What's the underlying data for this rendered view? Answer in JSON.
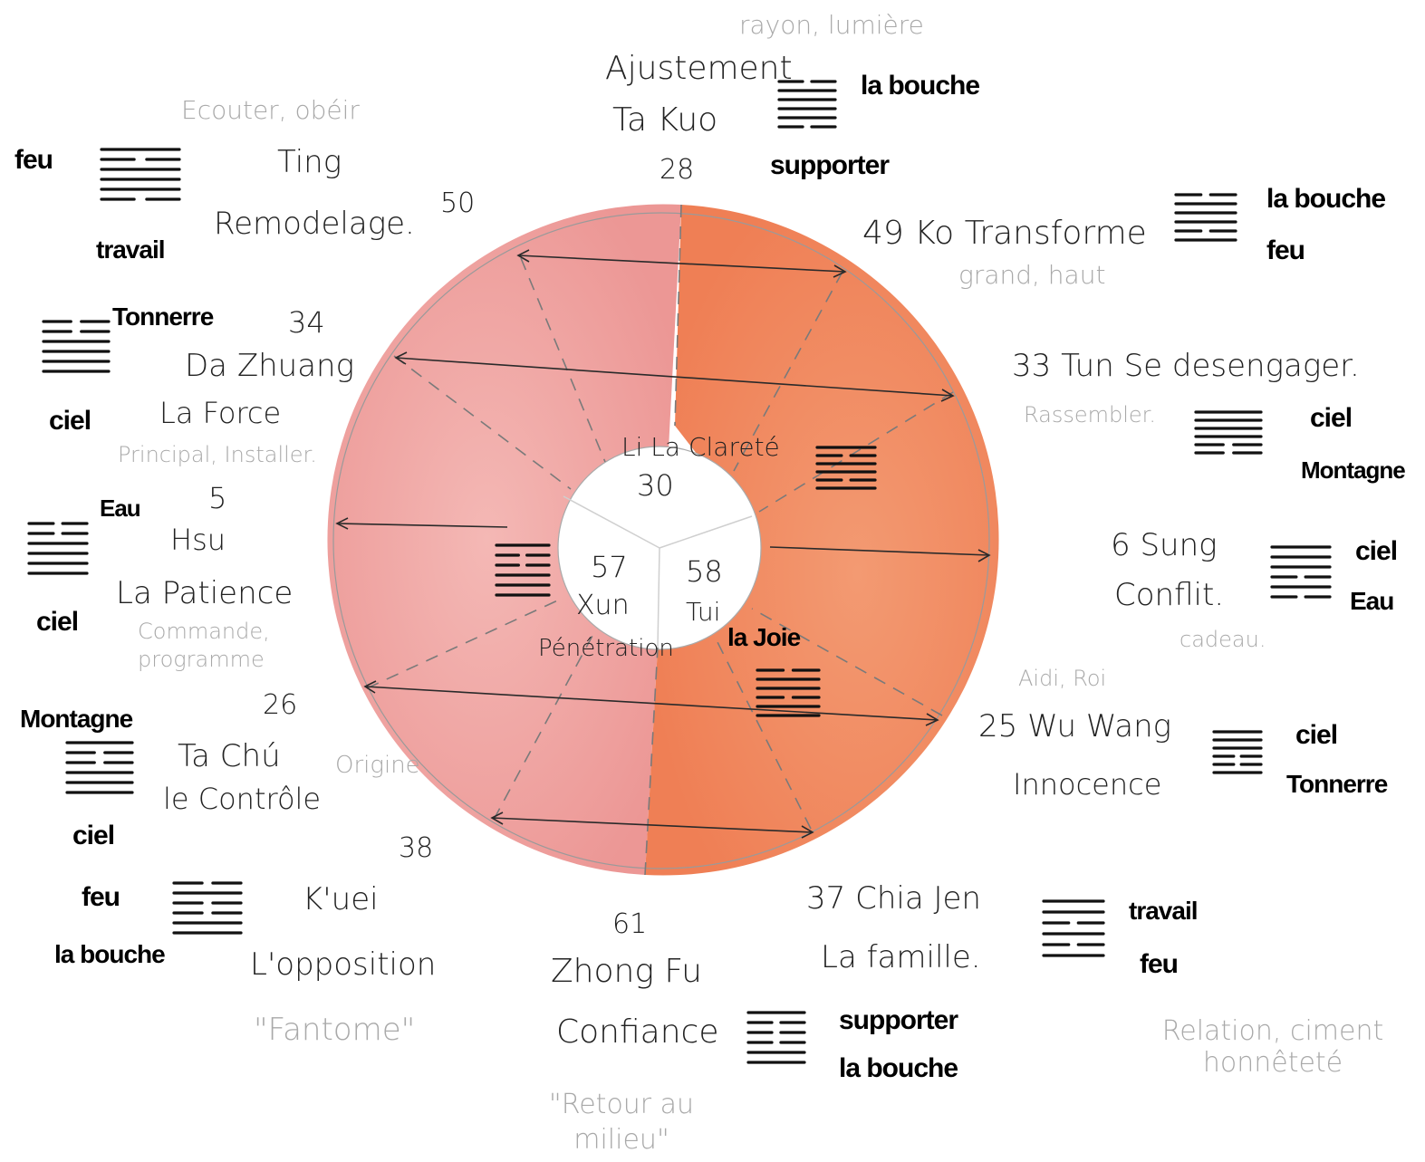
{
  "center": {
    "li": {
      "num": "30",
      "name": "Li",
      "title": "La Clareté"
    },
    "xun": {
      "num": "57",
      "name": "Xun",
      "title": "Pénétration"
    },
    "tui": {
      "num": "58",
      "name": "Tui",
      "title": "la Joie"
    }
  },
  "hexagrams": [
    {
      "id": "28",
      "name": "Ta Kuo",
      "title": "Ajustement",
      "note": "rayon, lumière",
      "upper": "la bouche",
      "lower": "supporter"
    },
    {
      "id": "49",
      "name": "Ko",
      "title": "Transforme",
      "note": "grand, haut",
      "upper": "la bouche",
      "lower": "feu"
    },
    {
      "id": "33",
      "name": "Tun",
      "title": "Se desengager.",
      "note": "Rassembler.",
      "upper": "ciel",
      "lower": "Montagne"
    },
    {
      "id": "6",
      "name": "Sung",
      "title": "Conflit.",
      "note": "cadeau.",
      "upper": "ciel",
      "lower": "Eau"
    },
    {
      "id": "25",
      "name": "Wu Wang",
      "title": "Innocence",
      "note": "Aidi, Roi",
      "upper": "ciel",
      "lower": "Tonnerre"
    },
    {
      "id": "37",
      "name": "Chia Jen",
      "title": "La famille.",
      "note": "Relation, ciment honnêteté",
      "upper": "travail",
      "lower": "feu"
    },
    {
      "id": "61",
      "name": "Zhong Fu",
      "title": "Confiance",
      "note": "\"Retour au milieu\"",
      "upper": "supporter",
      "lower": "la bouche"
    },
    {
      "id": "38",
      "name": "K'uei",
      "title": "L'opposition",
      "note": "\"Fantome\"",
      "upper": "feu",
      "lower": "la bouche"
    },
    {
      "id": "26",
      "name": "Ta Chú",
      "title": "le Contrôle",
      "note": "Origine",
      "upper": "Montagne",
      "lower": "ciel"
    },
    {
      "id": "5",
      "name": "Hsu",
      "title": "La Patience",
      "note": "Commande, programme",
      "upper": "Eau",
      "lower": "ciel"
    },
    {
      "id": "34",
      "name": "Da Zhuang",
      "title": "La Force",
      "note": "Principal, Installer.",
      "upper": "Tonnerre",
      "lower": "ciel"
    },
    {
      "id": "50",
      "name": "Ting",
      "title": "Remodelage.",
      "note": "Ecouter, obéir",
      "upper": "feu",
      "lower": "travail"
    }
  ],
  "colors": {
    "left_half": "#ee9a98",
    "right_half": "#f0835e",
    "outline": "#888888"
  }
}
